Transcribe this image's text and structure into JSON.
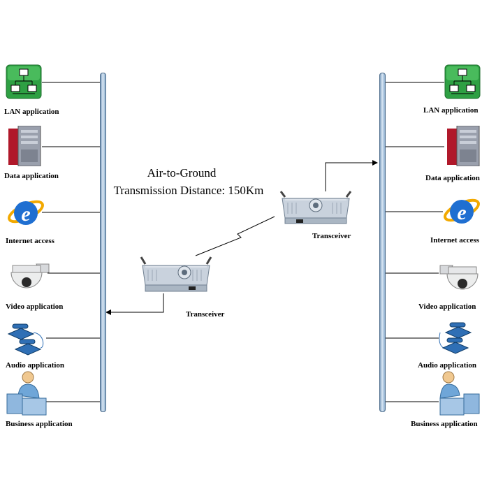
{
  "title": {
    "line1": "Air-to-Ground",
    "line2": "Transmission Distance: 150Km"
  },
  "left_column": {
    "items": [
      {
        "label": "LAN application",
        "icon": "lan-icon"
      },
      {
        "label": "Data application",
        "icon": "server-icon"
      },
      {
        "label": "Internet access",
        "icon": "internet-explorer-icon"
      },
      {
        "label": "Video application",
        "icon": "dome-camera-icon"
      },
      {
        "label": "Audio application",
        "icon": "telephone-icon"
      },
      {
        "label": "Business application",
        "icon": "operator-workstation-icon"
      }
    ]
  },
  "right_column": {
    "items": [
      {
        "label": "LAN application",
        "icon": "lan-icon"
      },
      {
        "label": "Data application",
        "icon": "server-icon"
      },
      {
        "label": "Internet access",
        "icon": "internet-explorer-icon"
      },
      {
        "label": "Video application",
        "icon": "dome-camera-icon"
      },
      {
        "label": "Audio application",
        "icon": "telephone-icon"
      },
      {
        "label": "Business application",
        "icon": "operator-workstation-icon"
      }
    ]
  },
  "devices": {
    "transceiver_right_label": "Transceiver",
    "transceiver_left_label": "Transceiver"
  },
  "colors": {
    "bus": "#9db8d2",
    "lan_green": "#2ea043",
    "server_red": "#b0182a",
    "ie_blue": "#1f6fd1"
  }
}
